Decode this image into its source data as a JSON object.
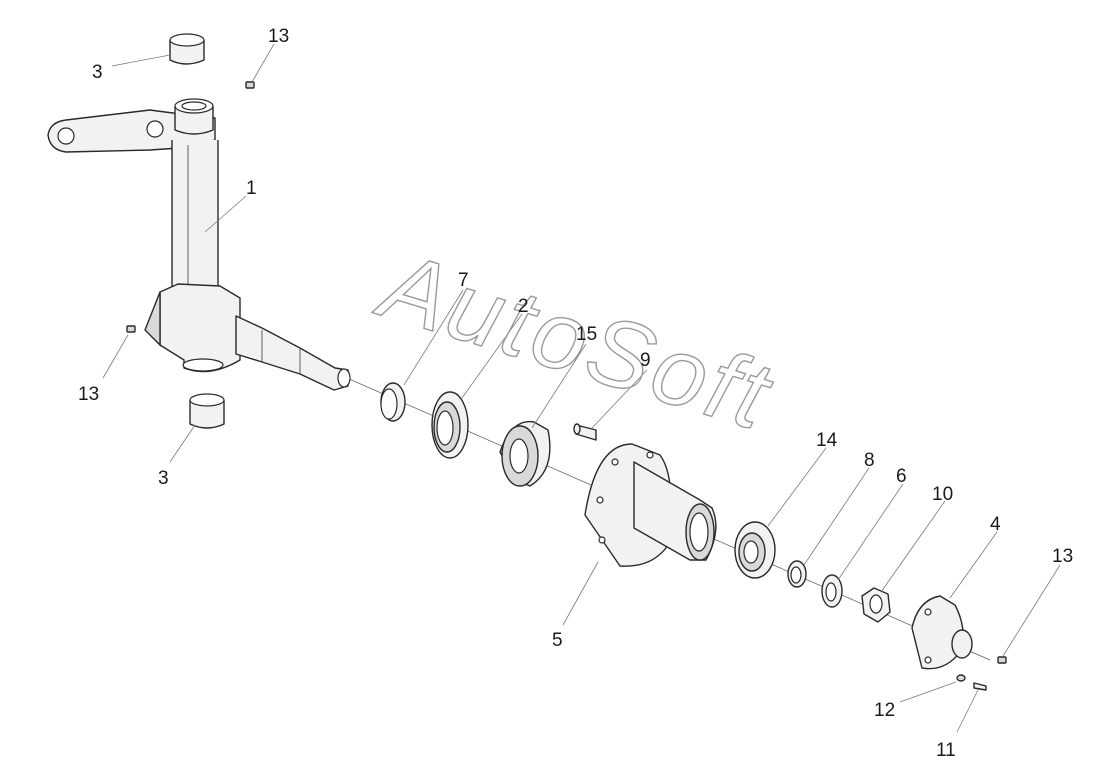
{
  "watermark": "AutoSoft",
  "callouts": [
    {
      "id": "1",
      "label": "1"
    },
    {
      "id": "2",
      "label": "2"
    },
    {
      "id": "3a",
      "label": "3"
    },
    {
      "id": "3b",
      "label": "3"
    },
    {
      "id": "4",
      "label": "4"
    },
    {
      "id": "5",
      "label": "5"
    },
    {
      "id": "6",
      "label": "6"
    },
    {
      "id": "7",
      "label": "7"
    },
    {
      "id": "8",
      "label": "8"
    },
    {
      "id": "9",
      "label": "9"
    },
    {
      "id": "10",
      "label": "10"
    },
    {
      "id": "11",
      "label": "11"
    },
    {
      "id": "12",
      "label": "12"
    },
    {
      "id": "13a",
      "label": "13"
    },
    {
      "id": "13b",
      "label": "13"
    },
    {
      "id": "13c",
      "label": "13"
    },
    {
      "id": "14",
      "label": "14"
    },
    {
      "id": "15",
      "label": "15"
    }
  ]
}
